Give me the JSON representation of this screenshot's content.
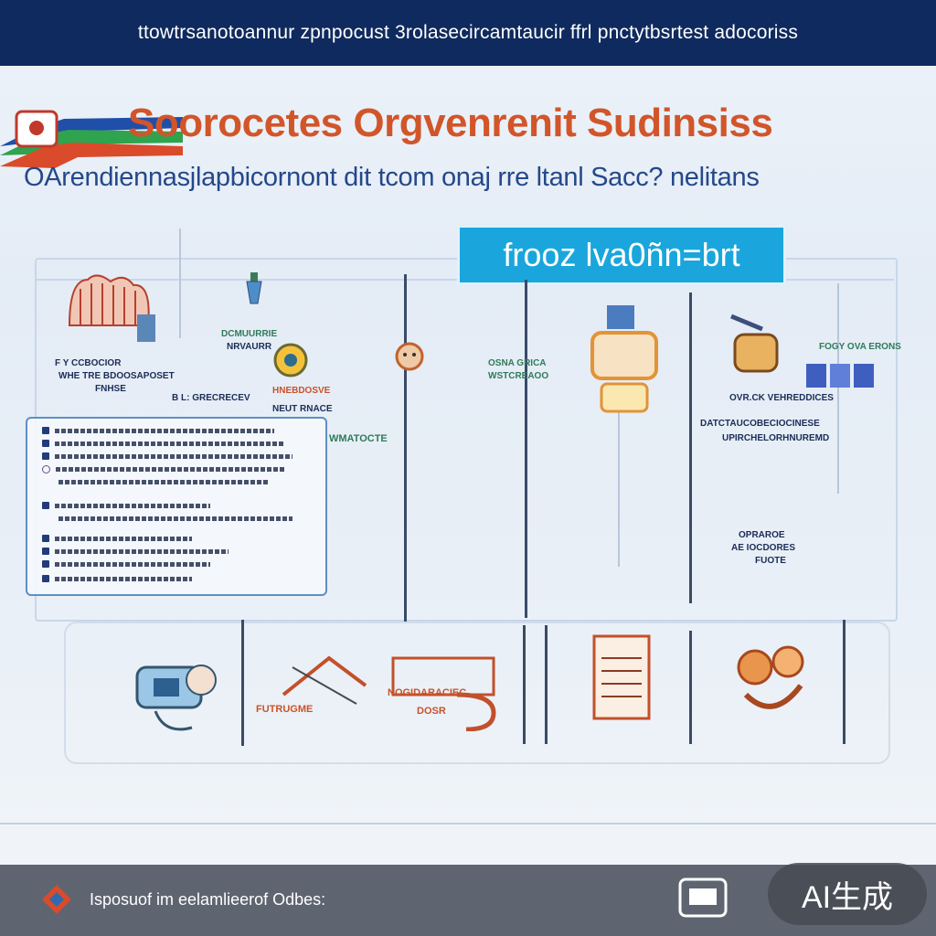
{
  "header": {
    "tagline": "ttowtrsanotoannur zpnpocust 3rolasecircamtaucir ffrl pnctytbsrtest adocoriss"
  },
  "hero": {
    "title": "Soorocetes Orgvenrenit Sudinsiss",
    "subtitle": "OArendiennasjlapbicornont dit tcom onaj rre ltanl Sacc? nelitans"
  },
  "formula": {
    "text": "frooz  lva0ñn=brt"
  },
  "labels": {
    "left_top": "F  Y CCBOCIOR",
    "left_mid": "WHE TRE BDOOSAPOSET",
    "left_sub": "FNHSE",
    "center_label_1": "DCMUURRIE",
    "center_label_2": "NRVAURR",
    "center_label_3": "B  L: GRECRECEV",
    "center_label_4": "HNEBDOSVE",
    "center_label_5": "NEUT RNACE",
    "mid_column_1": "OSNA GRICA",
    "mid_column_2": "WSTCREAOO",
    "tag_center": "WMATOCTE",
    "right_top": "FOGY OVA ERONS",
    "right_mid": "OVR.CK   VEHREDDICES",
    "right_list_1": "DATCTAUCOBECIOCINESE",
    "right_list_2": "UPIRCHELORHNUREMD",
    "right_low_1": "OPRAROE",
    "right_low_2": "AE IOCDORES",
    "right_low_3": "FUOTE",
    "bottom_left": "FUTRUGME",
    "bottom_mid": "NOGIDARACIEC",
    "bottom_mid_sub": "DOSR"
  },
  "footer": {
    "text": "Isposuof im eelamlieerof Odbes:"
  },
  "badge": {
    "text": "AI生成"
  },
  "colors": {
    "header_bg": "#0f2a5e",
    "accent_orange": "#d2552a",
    "accent_blue": "#1aa6dc",
    "footer_bg": "#5e6570"
  }
}
